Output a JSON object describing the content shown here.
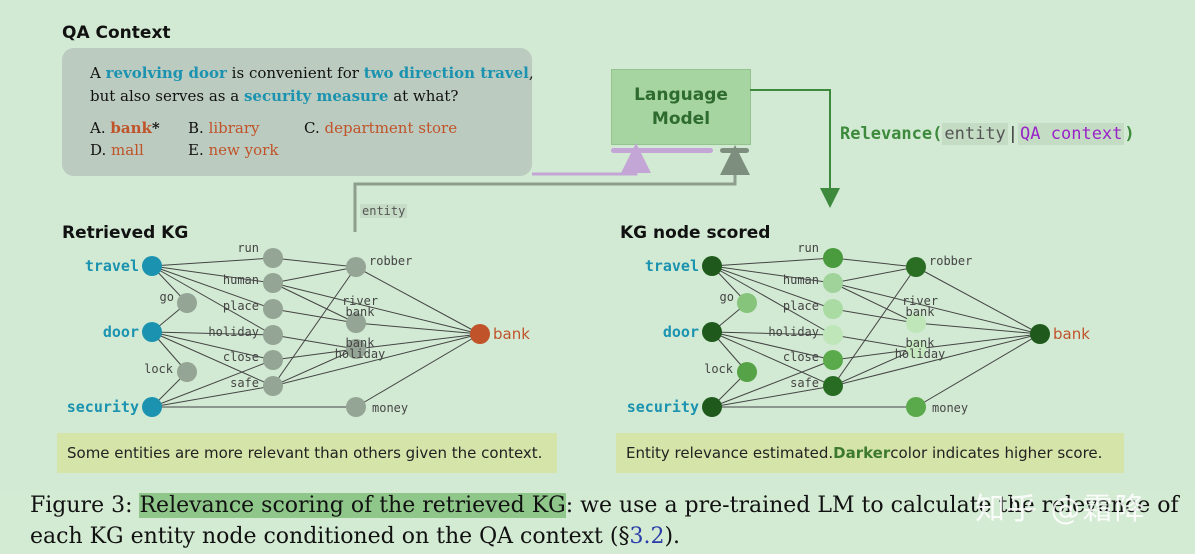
{
  "qa_context": {
    "title": "QA Context",
    "question": [
      {
        "t": "A ",
        "h": false
      },
      {
        "t": "revolving door",
        "h": true
      },
      {
        "t": " is convenient for ",
        "h": false
      },
      {
        "t": "two direction travel",
        "h": true
      },
      {
        "t": ",",
        "h": false
      }
    ],
    "question2": [
      {
        "t": "but also serves as a ",
        "h": false
      },
      {
        "t": "security measure",
        "h": true
      },
      {
        "t": " at what?",
        "h": false
      }
    ],
    "answers": [
      {
        "letter": "A.",
        "text": "bank",
        "star": "*",
        "bold": true
      },
      {
        "letter": "B.",
        "text": "library"
      },
      {
        "letter": "C.",
        "text": "department store"
      },
      {
        "letter": "D.",
        "text": "mall"
      },
      {
        "letter": "E.",
        "text": "new york"
      }
    ]
  },
  "language_model": {
    "line1": "Language",
    "line2": "Model"
  },
  "relevance": {
    "label": "Relevance",
    "entity": "entity",
    "sep": "|",
    "context": "QA context"
  },
  "entity_tag": "entity",
  "retrieved_kg": {
    "title": "Retrieved KG",
    "caption": "Some entities are more relevant than others given the context."
  },
  "scored_kg": {
    "title": "KG node scored",
    "caption_pre": "Entity relevance estimated. ",
    "caption_bold": "Darker",
    "caption_post": " color indicates higher score."
  },
  "graph": {
    "nodes": [
      {
        "id": "travel",
        "label": "travel",
        "kind": "q"
      },
      {
        "id": "door",
        "label": "door",
        "kind": "q"
      },
      {
        "id": "security",
        "label": "security",
        "kind": "q"
      },
      {
        "id": "go",
        "label": "go",
        "kind": "i",
        "score": "#86c47c"
      },
      {
        "id": "lock",
        "label": "lock",
        "kind": "i",
        "score": "#55a247"
      },
      {
        "id": "run",
        "label": "run",
        "kind": "i",
        "score": "#4a9a3e"
      },
      {
        "id": "human",
        "label": "human",
        "kind": "i",
        "score": "#9fd39a"
      },
      {
        "id": "place",
        "label": "place",
        "kind": "i",
        "score": "#a9dba3"
      },
      {
        "id": "holiday",
        "label": "holiday",
        "kind": "i",
        "score": "#bfe6b9"
      },
      {
        "id": "close",
        "label": "close",
        "kind": "i",
        "score": "#5aaa4c"
      },
      {
        "id": "safe",
        "label": "safe",
        "kind": "i",
        "score": "#286c24"
      },
      {
        "id": "robber",
        "label": "robber",
        "kind": "i",
        "score": "#2a6e24"
      },
      {
        "id": "riverbank",
        "label": "river\nbank",
        "kind": "i",
        "score": "#bfe6b9"
      },
      {
        "id": "bankholiday",
        "label": "bank\nholiday",
        "kind": "i",
        "score": "#c6e9c0"
      },
      {
        "id": "money",
        "label": "money",
        "kind": "i",
        "score": "#5aaa4c"
      },
      {
        "id": "bank",
        "label": "bank",
        "kind": "a"
      }
    ],
    "edges": [
      [
        "travel",
        "run"
      ],
      [
        "travel",
        "human"
      ],
      [
        "travel",
        "place"
      ],
      [
        "travel",
        "holiday"
      ],
      [
        "travel",
        "go"
      ],
      [
        "door",
        "go"
      ],
      [
        "door",
        "close"
      ],
      [
        "door",
        "lock"
      ],
      [
        "door",
        "holiday"
      ],
      [
        "door",
        "safe"
      ],
      [
        "security",
        "lock"
      ],
      [
        "security",
        "safe"
      ],
      [
        "security",
        "money"
      ],
      [
        "security",
        "close"
      ],
      [
        "run",
        "robber"
      ],
      [
        "human",
        "robber"
      ],
      [
        "human",
        "riverbank"
      ],
      [
        "place",
        "riverbank"
      ],
      [
        "holiday",
        "bankholiday"
      ],
      [
        "close",
        "bankholiday"
      ],
      [
        "safe",
        "bankholiday"
      ],
      [
        "safe",
        "robber"
      ],
      [
        "robber",
        "bank"
      ],
      [
        "riverbank",
        "bank"
      ],
      [
        "bankholiday",
        "bank"
      ],
      [
        "money",
        "bank"
      ],
      [
        "human",
        "bank"
      ],
      [
        "safe",
        "bank"
      ]
    ]
  },
  "colors": {
    "query": "#1b93b0",
    "answer": "#c0532a",
    "neutral": "#95a595",
    "scored_q": "#1f5a1c",
    "scored_a": "#1f5a1c",
    "edge": "#444444"
  },
  "figure_caption": {
    "prefix": "Figure 3:  ",
    "highlight": "Relevance scoring of the retrieved KG",
    "mid": ": we use a pre-trained LM to calculate the relevance of each KG entity node conditioned on the QA context (§",
    "sec": "3.2",
    "end": ")."
  },
  "watermark": "知乎 @霜降"
}
